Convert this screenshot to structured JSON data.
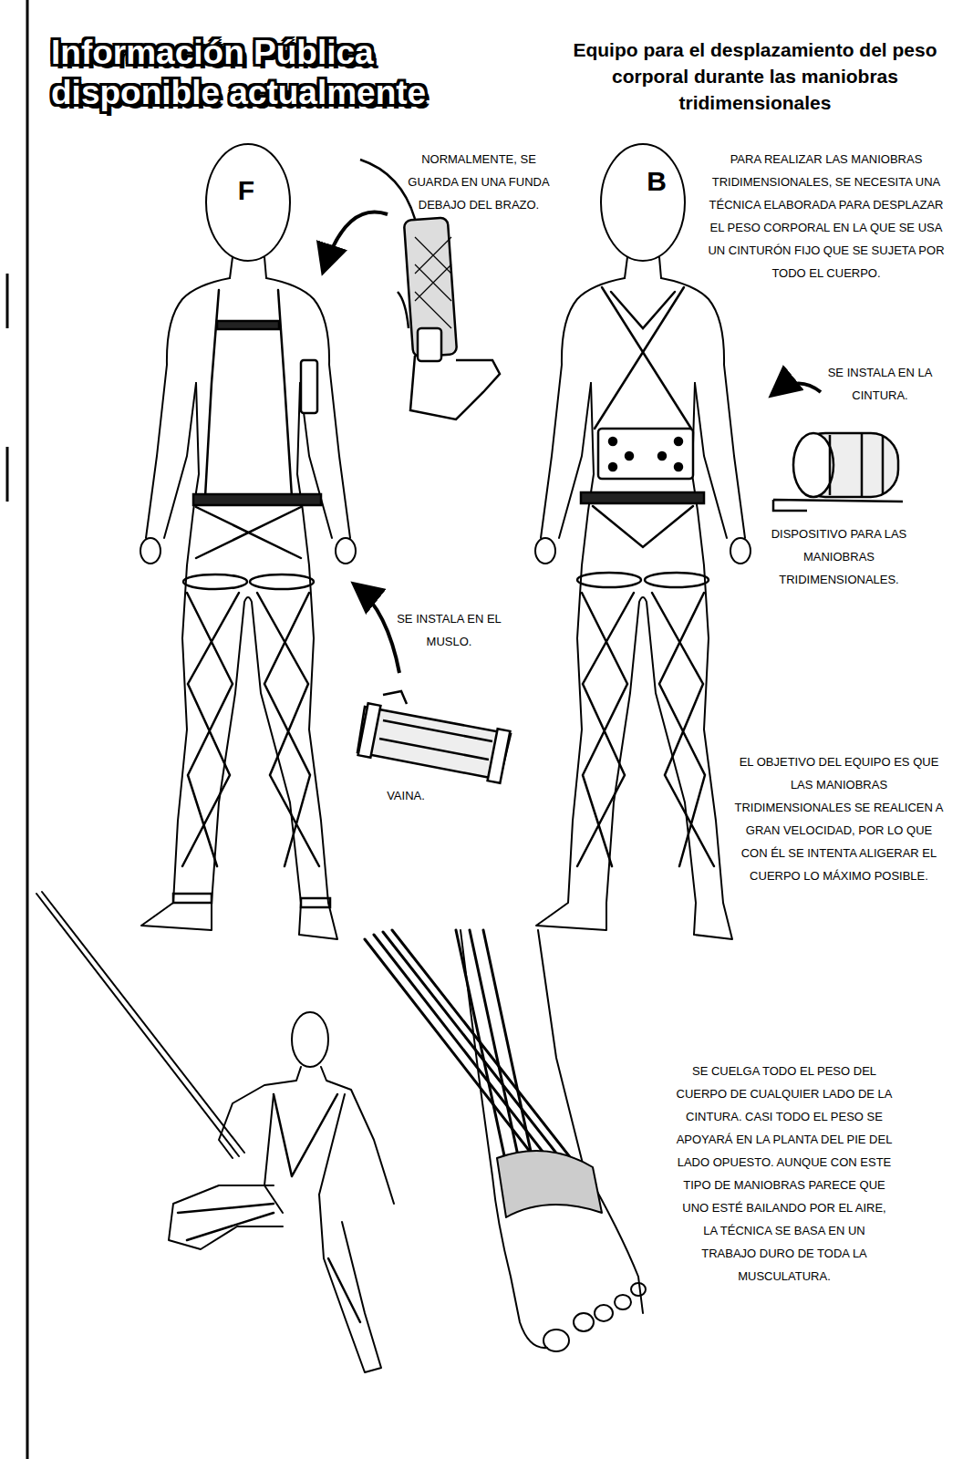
{
  "diagram": {
    "title": "Información Pública disponible actualmente",
    "labels": [
      "Equipo para el desplazamiento del peso corporal durante las maniobras tridimensionales",
      "F",
      "NORMALMENTE, SE GUARDA EN UNA FUNDA DEBAJO DEL BRAZO.",
      "B",
      "PARA REALIZAR LAS MANIOBRAS TRIDIMENSIONALES, SE NECESITA UNA TÉCNICA ELABORADA PARA DESPLAZAR EL PESO CORPORAL EN LA QUE SE USA UN CINTURÓN FIJO QUE SE SUJETA POR TODO EL CUERPO.",
      "SE INSTALA EN LA CINTURA.",
      "DISPOSITIVO PARA LAS MANIOBRAS TRIDIMENSIONALES.",
      "SE INSTALA EN EL MUSLO.",
      "VAINA.",
      "EL OBJETIVO DEL EQUIPO ES QUE LAS MANIOBRAS TRIDIMENSIONALES SE REALICEN A GRAN VELOCIDAD, POR LO QUE CON ÉL SE INTENTA ALIGERAR EL CUERPO LO MÁXIMO POSIBLE.",
      "SE CUELGA TODO EL PESO DEL CUERPO DE CUALQUIER LADO DE LA CINTURA. CASI TODO EL PESO SE APOYARÁ EN LA PLANTA DEL PIE DEL LADO OPUESTO. AUNQUE CON ESTE TIPO DE MANIOBRAS PARECE QUE UNO ESTÉ BAILANDO POR EL AIRE, LA TÉCNICA SE BASA EN UN TRABAJO DURO DE TODA LA MUSCULATURA."
    ]
  }
}
